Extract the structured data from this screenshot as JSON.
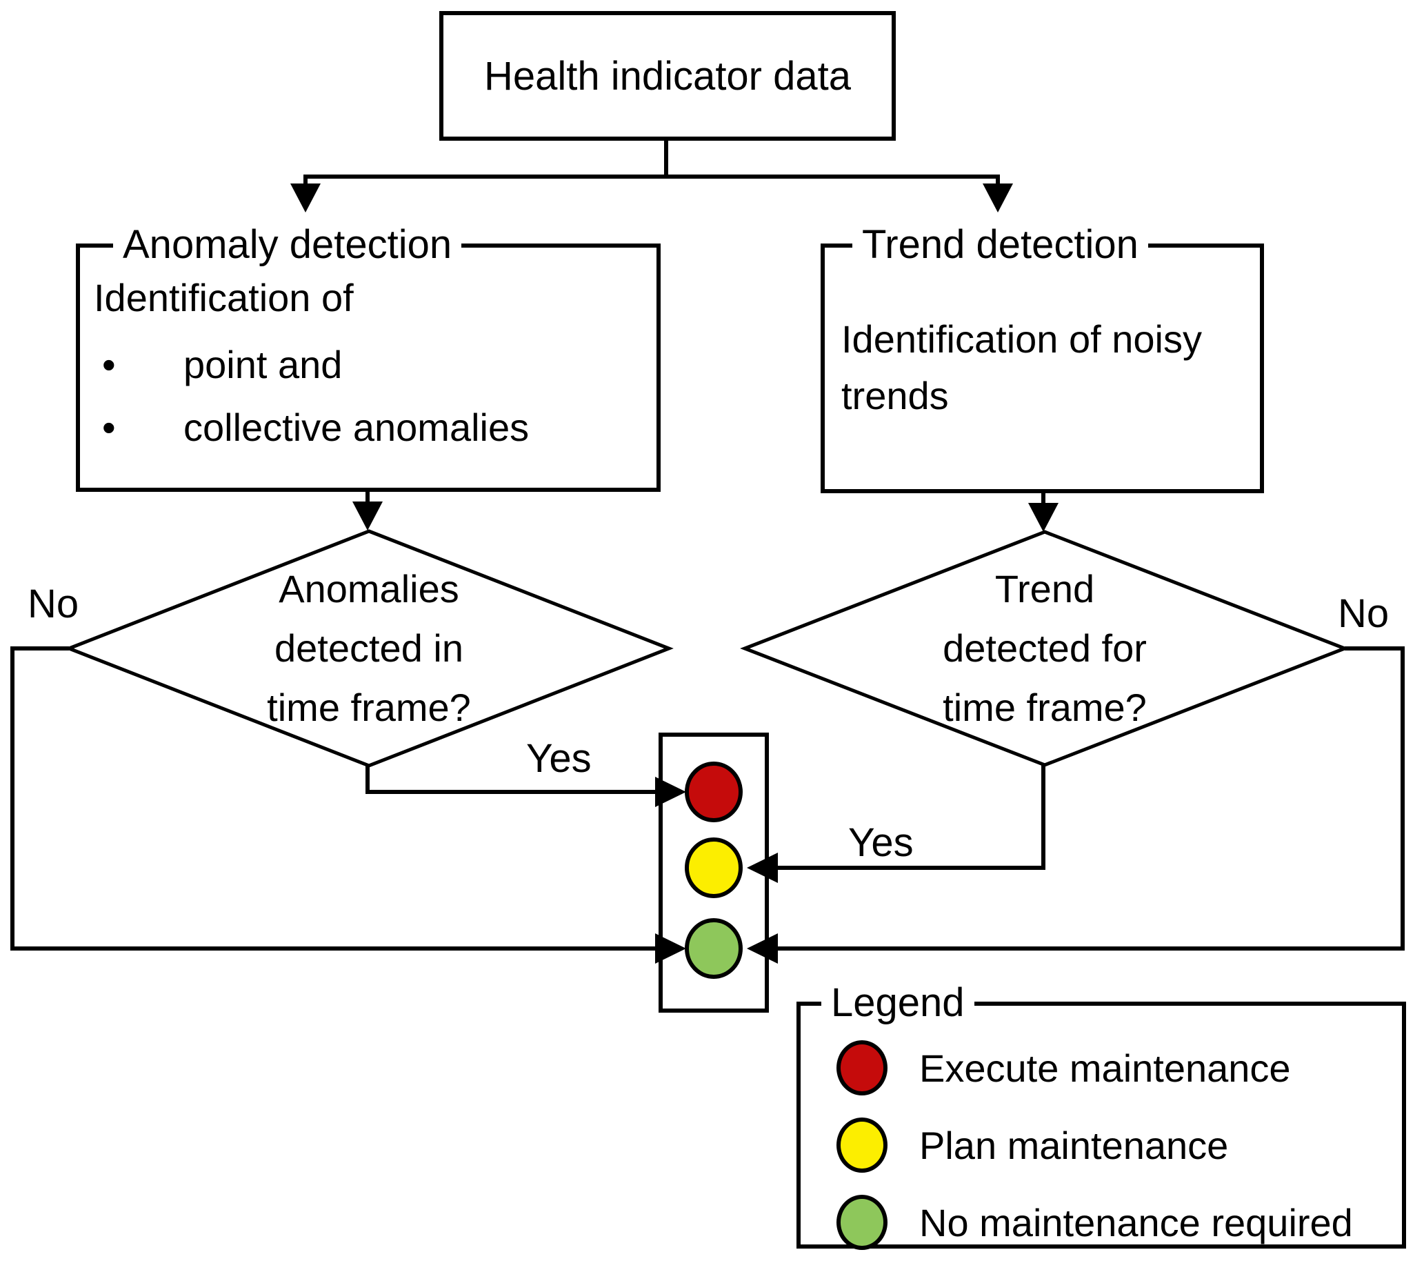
{
  "flowchart": {
    "root_label": "Health indicator data",
    "anomaly_box": {
      "title": "Anomaly detection",
      "intro": "Identification of",
      "bullet_char": "•",
      "bullets": [
        "point and",
        "collective anomalies"
      ]
    },
    "trend_box": {
      "title": "Trend detection",
      "body": "Identification of noisy trends"
    },
    "anomaly_decision": {
      "lines": [
        "Anomalies",
        "detected in",
        "time frame?"
      ]
    },
    "trend_decision": {
      "lines": [
        "Trend",
        "detected for",
        "time frame?"
      ]
    },
    "labels": {
      "yes_left": "Yes",
      "yes_right": "Yes",
      "no_left": "No",
      "no_right": "No"
    }
  },
  "legend": {
    "title": "Legend",
    "items": [
      {
        "color": "#c50b0b",
        "label": "Execute maintenance"
      },
      {
        "color": "#fcee00",
        "label": "Plan maintenance"
      },
      {
        "color": "#8ec75b",
        "label": "No maintenance required"
      }
    ]
  },
  "colors": {
    "line": "#000000",
    "red": "#c50b0b",
    "yellow": "#fcee00",
    "green": "#8ec75b",
    "background": "#ffffff"
  }
}
